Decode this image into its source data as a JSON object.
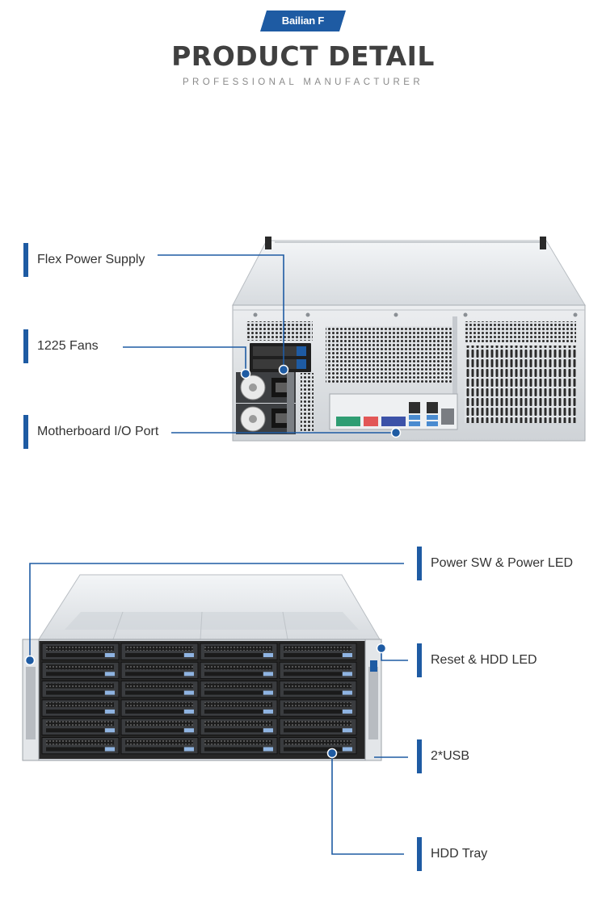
{
  "brand": {
    "name": "Bailian F",
    "accent_color": "#1e5ba3"
  },
  "header": {
    "title": "PRODUCT DETAIL",
    "subtitle": "PROFESSIONAL MANUFACTURER"
  },
  "rear_view": {
    "callouts": [
      {
        "id": "flex-power-supply",
        "label": "Flex Power Supply"
      },
      {
        "id": "fans-1225",
        "label": "1225 Fans"
      },
      {
        "id": "motherboard-io-port",
        "label": "Motherboard I/O Port"
      }
    ]
  },
  "front_view": {
    "callouts": [
      {
        "id": "power-sw-led",
        "label": "Power SW & Power LED"
      },
      {
        "id": "reset-hdd-led",
        "label": "Reset & HDD LED"
      },
      {
        "id": "usb",
        "label": "2*USB"
      },
      {
        "id": "hdd-tray",
        "label": "HDD Tray"
      }
    ]
  }
}
